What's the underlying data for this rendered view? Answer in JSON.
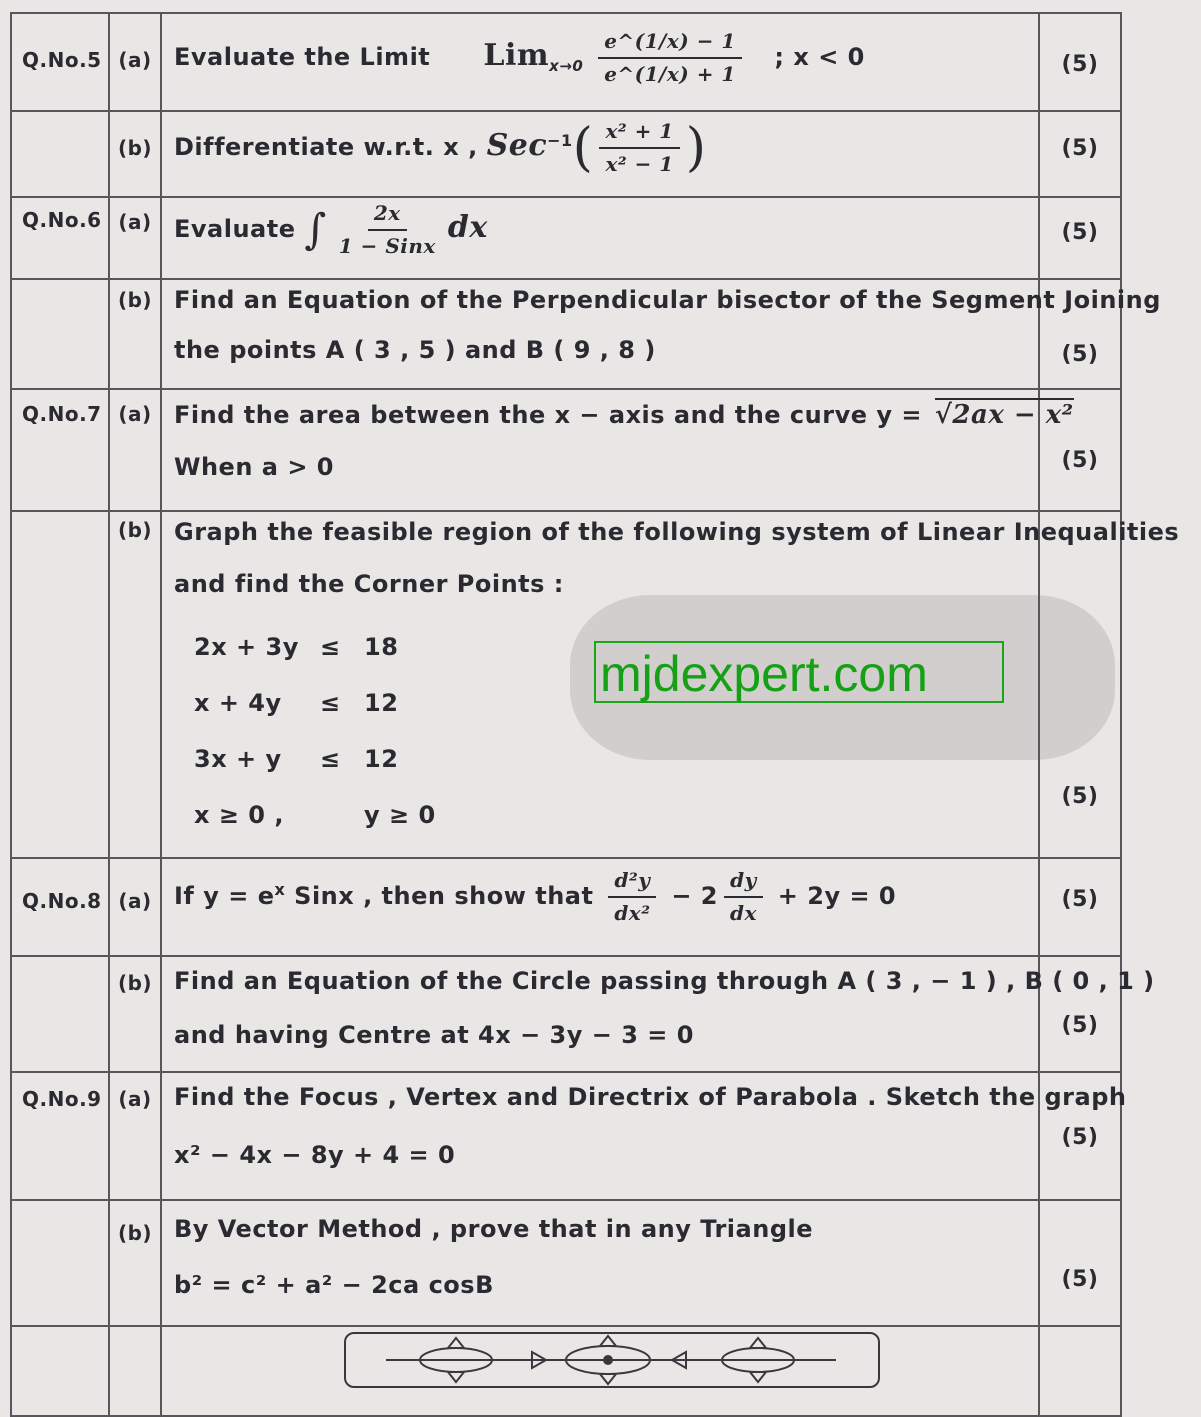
{
  "watermark": "mjdexpert.com",
  "rows": [
    {
      "qno": "Q.No.5",
      "part": "(a)",
      "marks": "(5)",
      "prefix": "Evaluate the Limit",
      "lim": "Lim",
      "lim_sub": "x→0",
      "num": "e^(1/x) − 1",
      "den": "e^(1/x) + 1",
      "suffix": ";  x < 0"
    },
    {
      "qno": "",
      "part": "(b)",
      "marks": "(5)",
      "prefix": "Differentiate  w.r.t. x ,",
      "func": "Sec",
      "func_sup": "−1",
      "num": "x² + 1",
      "den": "x² − 1"
    },
    {
      "qno": "Q.No.6",
      "part": "(a)",
      "marks": "(5)",
      "prefix": "Evaluate",
      "num": "2x",
      "den": "1 − Sinx",
      "suffix": "dx"
    },
    {
      "qno": "",
      "part": "(b)",
      "marks": "(5)",
      "line1": "Find an Equation of the Perpendicular bisector of the Segment Joining",
      "line2": "the  points  A ( 3 , 5 )  and  B ( 9 , 8 )"
    },
    {
      "qno": "Q.No.7",
      "part": "(a)",
      "marks": "(5)",
      "line1": "Find the area between the x − axis and the curve  y  =",
      "radical": "√2ax − x²",
      "line2": "When  a  >  0"
    },
    {
      "qno": "",
      "part": "(b)",
      "marks": "(5)",
      "line1": "Graph the feasible region of the following system of Linear Inequalities",
      "line2": "and find the Corner Points   :",
      "inequalities": [
        {
          "lhs": "2x + 3y",
          "op": "≤",
          "rhs": "18"
        },
        {
          "lhs": "x + 4y",
          "op": "≤",
          "rhs": "12"
        },
        {
          "lhs": "3x + y",
          "op": "≤",
          "rhs": "12"
        },
        {
          "lhs": "x  ≥  0 ,",
          "op": "",
          "rhs": "y  ≥  0"
        }
      ]
    },
    {
      "qno": "Q.No.8",
      "part": "(a)",
      "marks": "(5)",
      "prefix": "If  y  =  e",
      "exp": "x",
      "mid": " Sinx ,  then  show  that",
      "num": "d²y",
      "den": "dx²",
      "mid2": " − 2",
      "num2": "dy",
      "den2": "dx",
      "suffix": " + 2y  =  0"
    },
    {
      "qno": "",
      "part": "(b)",
      "marks": "(5)",
      "line1": "Find  an Equation of the  Circle passing through A ( 3 , − 1 ) , B ( 0 , 1 )",
      "line2": "and  having Centre at 4x − 3y − 3  =  0"
    },
    {
      "qno": "Q.No.9",
      "part": "(a)",
      "marks": "(5)",
      "line1": "Find the Focus , Vertex and Directrix  of Parabola . Sketch the graph",
      "line2": "x² − 4x − 8y + 4 = 0"
    },
    {
      "qno": "",
      "part": "(b)",
      "marks": "(5)",
      "line1": "By Vector Method , prove that in any Triangle",
      "line2": "b² = c² + a² − 2ca cosB"
    }
  ]
}
